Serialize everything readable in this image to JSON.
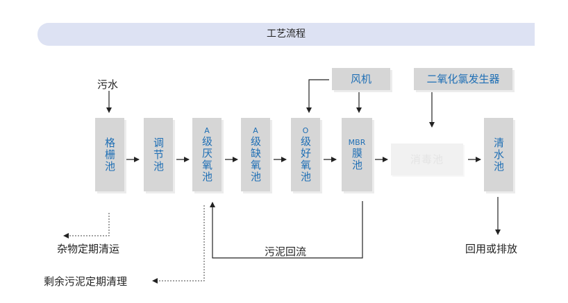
{
  "header": {
    "title": "工艺流程"
  },
  "inputs": {
    "wastewater": "污水"
  },
  "units": {
    "grid_tank": "格栅池",
    "equalization_tank": "调节池",
    "anaerobic_tank": {
      "sup": "A",
      "label": "级厌氧池"
    },
    "anoxic_tank": {
      "sup": "A",
      "label": "级缺氧池"
    },
    "aerobic_tank": {
      "sup": "O",
      "label": "级好氧池"
    },
    "mbr_tank": {
      "sup": "MBR",
      "label": "膜池"
    },
    "disinfection_tank": "消毒池",
    "clear_water_tank": "清水池"
  },
  "equipment": {
    "blower": "风机",
    "chlorine_dioxide_generator": "二氧化氯发生器"
  },
  "outputs": {
    "debris": "杂物定期清运",
    "sludge_return": "污泥回流",
    "excess_sludge": "剩余污泥定期清理",
    "reuse": "回用或排放"
  }
}
